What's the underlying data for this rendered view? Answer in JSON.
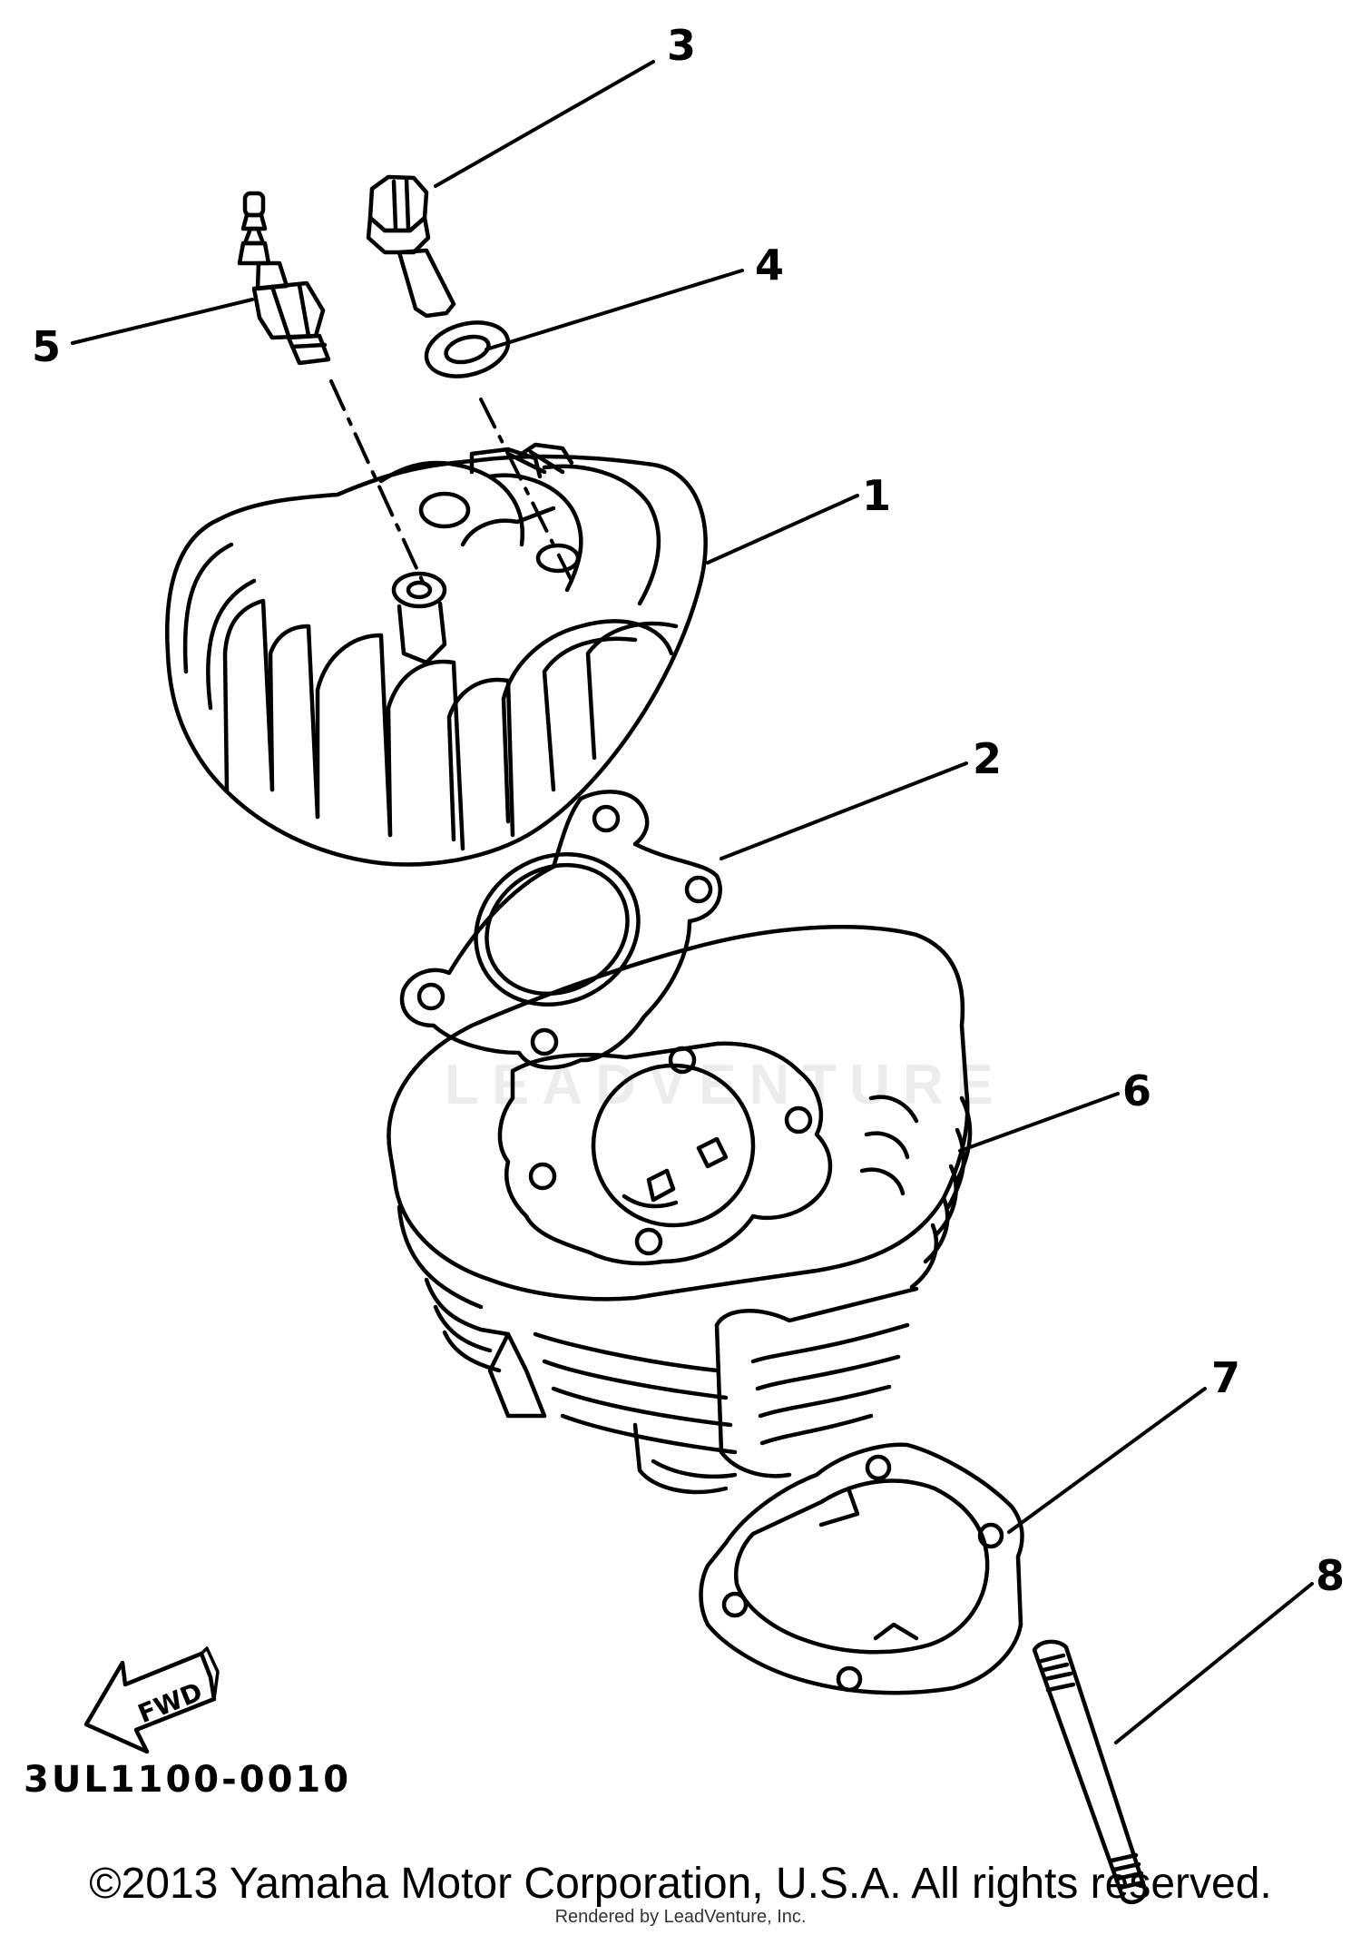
{
  "callouts": [
    {
      "number": "1",
      "part": "cylinder-head"
    },
    {
      "number": "2",
      "part": "cylinder-head-gasket"
    },
    {
      "number": "3",
      "part": "bolt"
    },
    {
      "number": "4",
      "part": "washer"
    },
    {
      "number": "5",
      "part": "spark-plug"
    },
    {
      "number": "6",
      "part": "cylinder"
    },
    {
      "number": "7",
      "part": "cylinder-base-gasket"
    },
    {
      "number": "8",
      "part": "stud-bolt"
    }
  ],
  "fwd_arrow": {
    "label": "FWD"
  },
  "diagram_code": "3UL1100-0010",
  "watermark": "LEADVENTURE",
  "copyright": "©2013 Yamaha Motor Corporation, U.S.A. All rights reserved.",
  "rendered_by": "Rendered by LeadVenture, Inc.",
  "colors": {
    "ink": "#000000",
    "background": "#ffffff"
  }
}
